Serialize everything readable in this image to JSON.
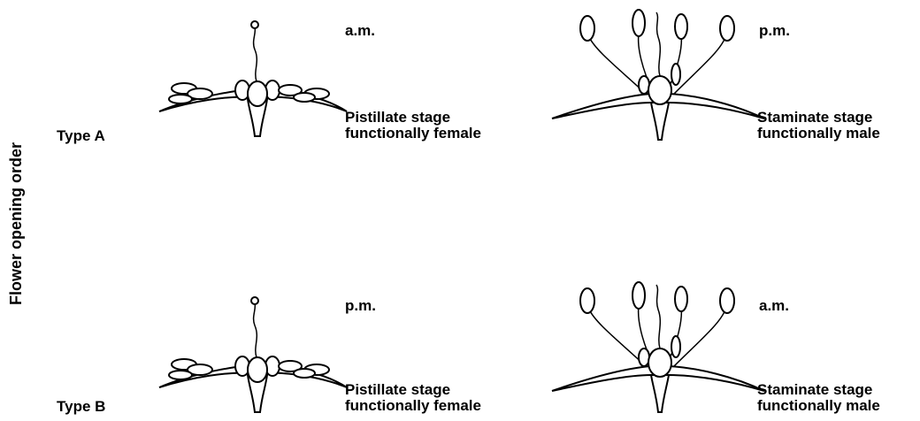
{
  "axis_label": "Flower opening order",
  "rows": [
    {
      "type_label": "Type A",
      "pistillate": {
        "time": "a.m.",
        "stage": "Pistillate stage",
        "function": "functionally female"
      },
      "staminate": {
        "time": "p.m.",
        "stage": "Staminate stage",
        "function": "functionally  male"
      }
    },
    {
      "type_label": "Type B",
      "pistillate": {
        "time": "p.m.",
        "stage": "Pistillate stage",
        "function": "functionally female"
      },
      "staminate": {
        "time": "a.m.",
        "stage": "Staminate stage",
        "function": "functionally  male"
      }
    }
  ]
}
